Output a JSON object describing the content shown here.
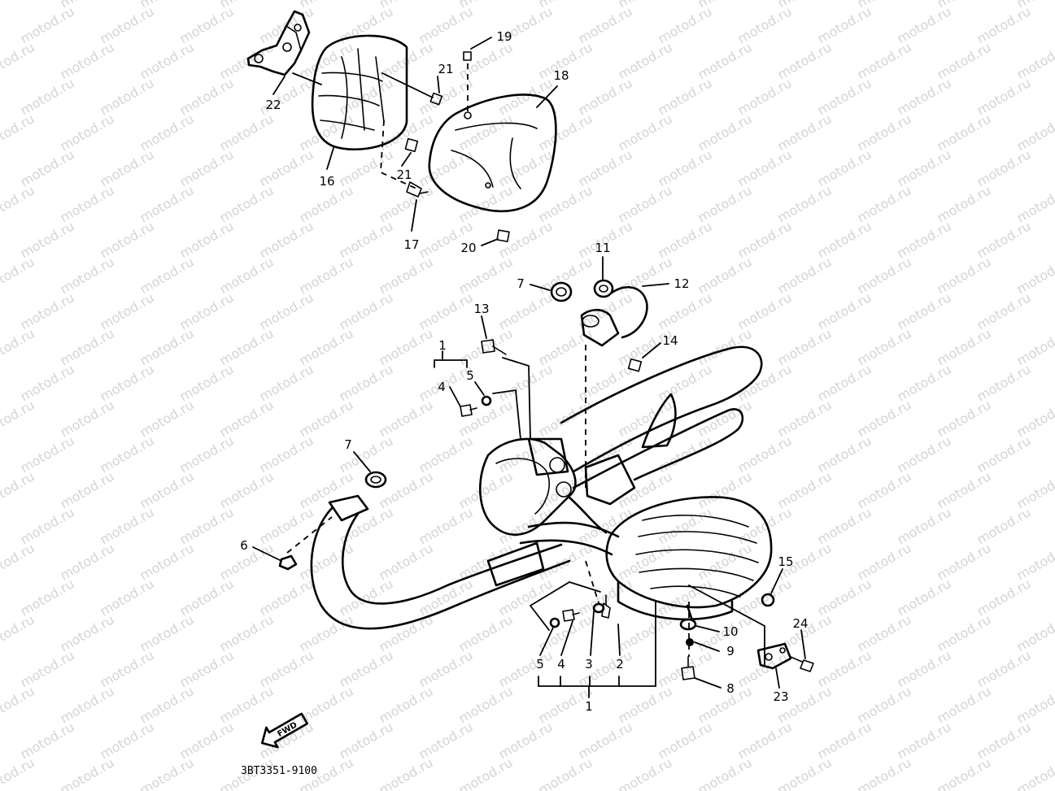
{
  "watermark": "motod.ru",
  "diagram_code": "3BT3351-9100",
  "fwd_label": "FWD",
  "callouts": {
    "c1a": "1",
    "c1b": "1",
    "c2": "2",
    "c3": "3",
    "c4a": "4",
    "c4b": "4",
    "c5a": "5",
    "c5b": "5",
    "c6": "6",
    "c7a": "7",
    "c7b": "7",
    "c8": "8",
    "c9": "9",
    "c10": "10",
    "c11": "11",
    "c12": "12",
    "c13": "13",
    "c14": "14",
    "c15": "15",
    "c16": "16",
    "c17": "17",
    "c18": "18",
    "c19": "19",
    "c20": "20",
    "c21a": "21",
    "c21b": "21",
    "c22": "22",
    "c23": "23",
    "c24": "24"
  }
}
